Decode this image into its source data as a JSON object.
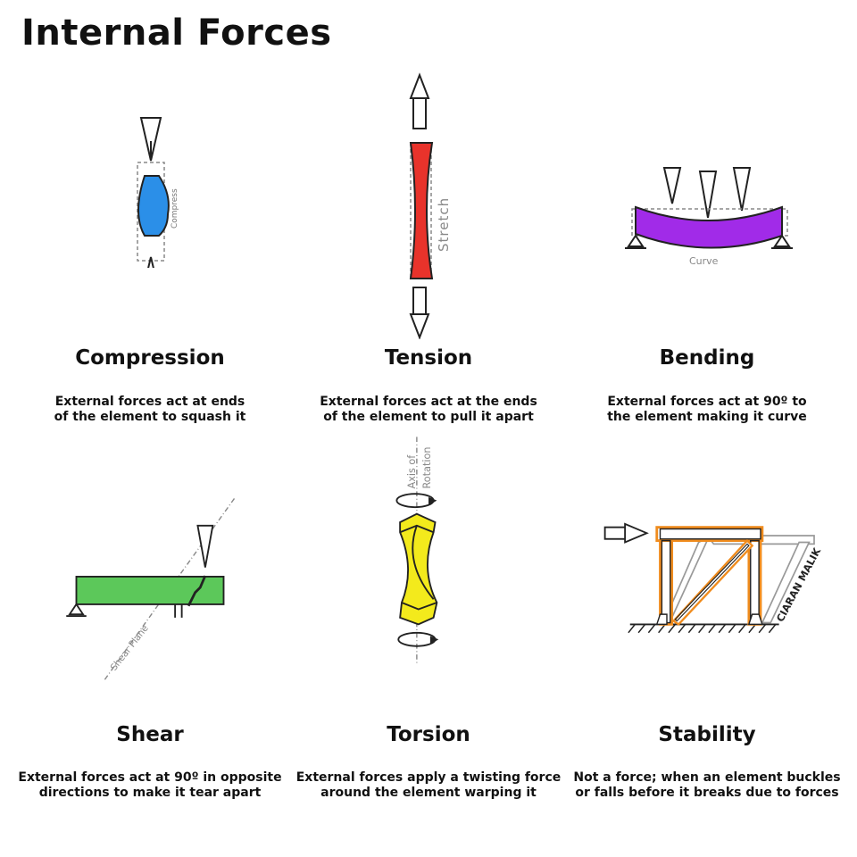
{
  "page": {
    "title": "Internal Forces"
  },
  "panels": [
    {
      "name": "Compression",
      "desc_line1": "External forces act at ends",
      "desc_line2": "of the element to squash it",
      "label": "Compress",
      "color": "#2b8fe8"
    },
    {
      "name": "Tension",
      "desc_line1": "External forces act at the ends",
      "desc_line2": "of the element to pull it apart",
      "label": "Stretch",
      "color": "#e8332b"
    },
    {
      "name": "Bending",
      "desc_line1": "External forces act at 90º to",
      "desc_line2": "the element making it curve",
      "label": "Curve",
      "color": "#a12be8"
    },
    {
      "name": "Shear",
      "desc_line1": "External forces act at 90º in opposite",
      "desc_line2": "directions to make it tear apart",
      "label": "Shear Plane",
      "color": "#5cc85a"
    },
    {
      "name": "Torsion",
      "desc_line1": "External forces apply a twisting force",
      "desc_line2": "around the element warping it",
      "label_line1": "Axis of",
      "label_line2": "Rotation",
      "color": "#f3ea1c"
    },
    {
      "name": "Stability",
      "desc_line1": "Not a force; when an element buckles",
      "desc_line2": "or falls before it breaks due to forces",
      "color": "#f08c1e"
    }
  ],
  "watermark": "CIARAN MALIK"
}
